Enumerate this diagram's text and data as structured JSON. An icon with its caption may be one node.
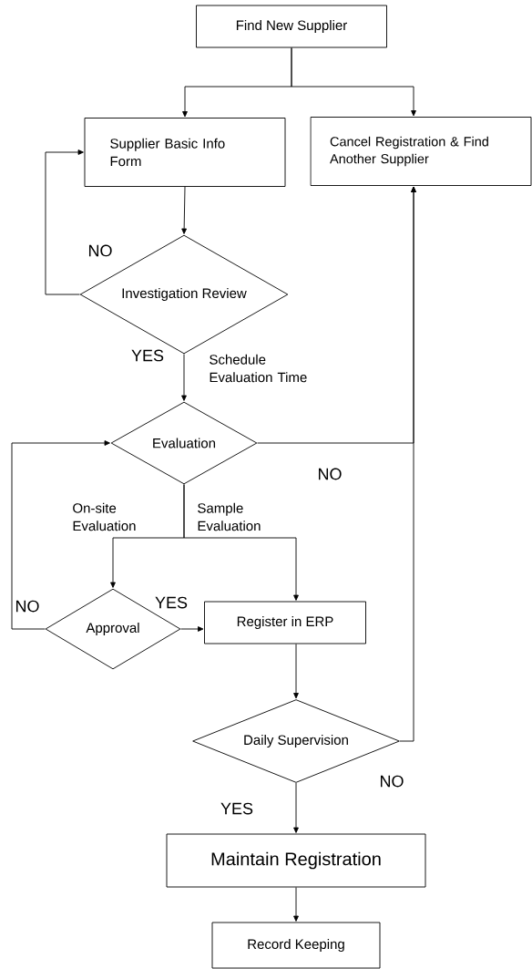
{
  "diagram": {
    "nodes": [
      {
        "text": [
          "Find New Supplier"
        ]
      },
      {
        "text": [
          "Supplier Basic Info Form"
        ]
      },
      {
        "text": [
          "Cancel Registration & Find Another Supplier"
        ]
      },
      {
        "text": [
          "Investigation Review"
        ]
      },
      {
        "text": [
          "Evaluation"
        ]
      },
      {
        "text": [
          "Approval"
        ]
      },
      {
        "text": [
          "Register in ERP"
        ]
      },
      {
        "text": [
          "Daily Supervision"
        ]
      },
      {
        "text": [
          "Maintain Registration"
        ]
      },
      {
        "text": [
          "Record Keeping"
        ]
      }
    ],
    "edges": [
      {
        "from": 0,
        "to": 1,
        "arrow": "to"
      },
      {
        "from": 0,
        "to": 2,
        "arrow": "to"
      },
      {
        "from": 1,
        "to": 3,
        "arrow": "to"
      },
      {
        "from": 3,
        "to": 1,
        "arrow": "to",
        "label": "NO"
      },
      {
        "from": 3,
        "to": 4,
        "arrow": "to",
        "label": "YES"
      },
      {
        "from": 4,
        "to": 2,
        "arrow": "to",
        "label": "NO"
      },
      {
        "from": 4,
        "to": 5,
        "arrow": "to",
        "label": "On-site Evaluation"
      },
      {
        "from": 4,
        "to": 6,
        "arrow": "to",
        "label": "Sample Evaluation"
      },
      {
        "from": 5,
        "to": 4,
        "arrow": "to",
        "label": "NO"
      },
      {
        "from": 5,
        "to": 6,
        "arrow": "to",
        "label": "YES"
      },
      {
        "from": 6,
        "to": 7,
        "arrow": "to"
      },
      {
        "from": 7,
        "to": 2,
        "arrow": "to",
        "label": "NO"
      },
      {
        "from": 7,
        "to": 8,
        "arrow": "to",
        "label": "YES"
      },
      {
        "from": 8,
        "to": 9,
        "arrow": "to"
      }
    ],
    "labels": [
      "Schedule Evaluation Time"
    ]
  }
}
